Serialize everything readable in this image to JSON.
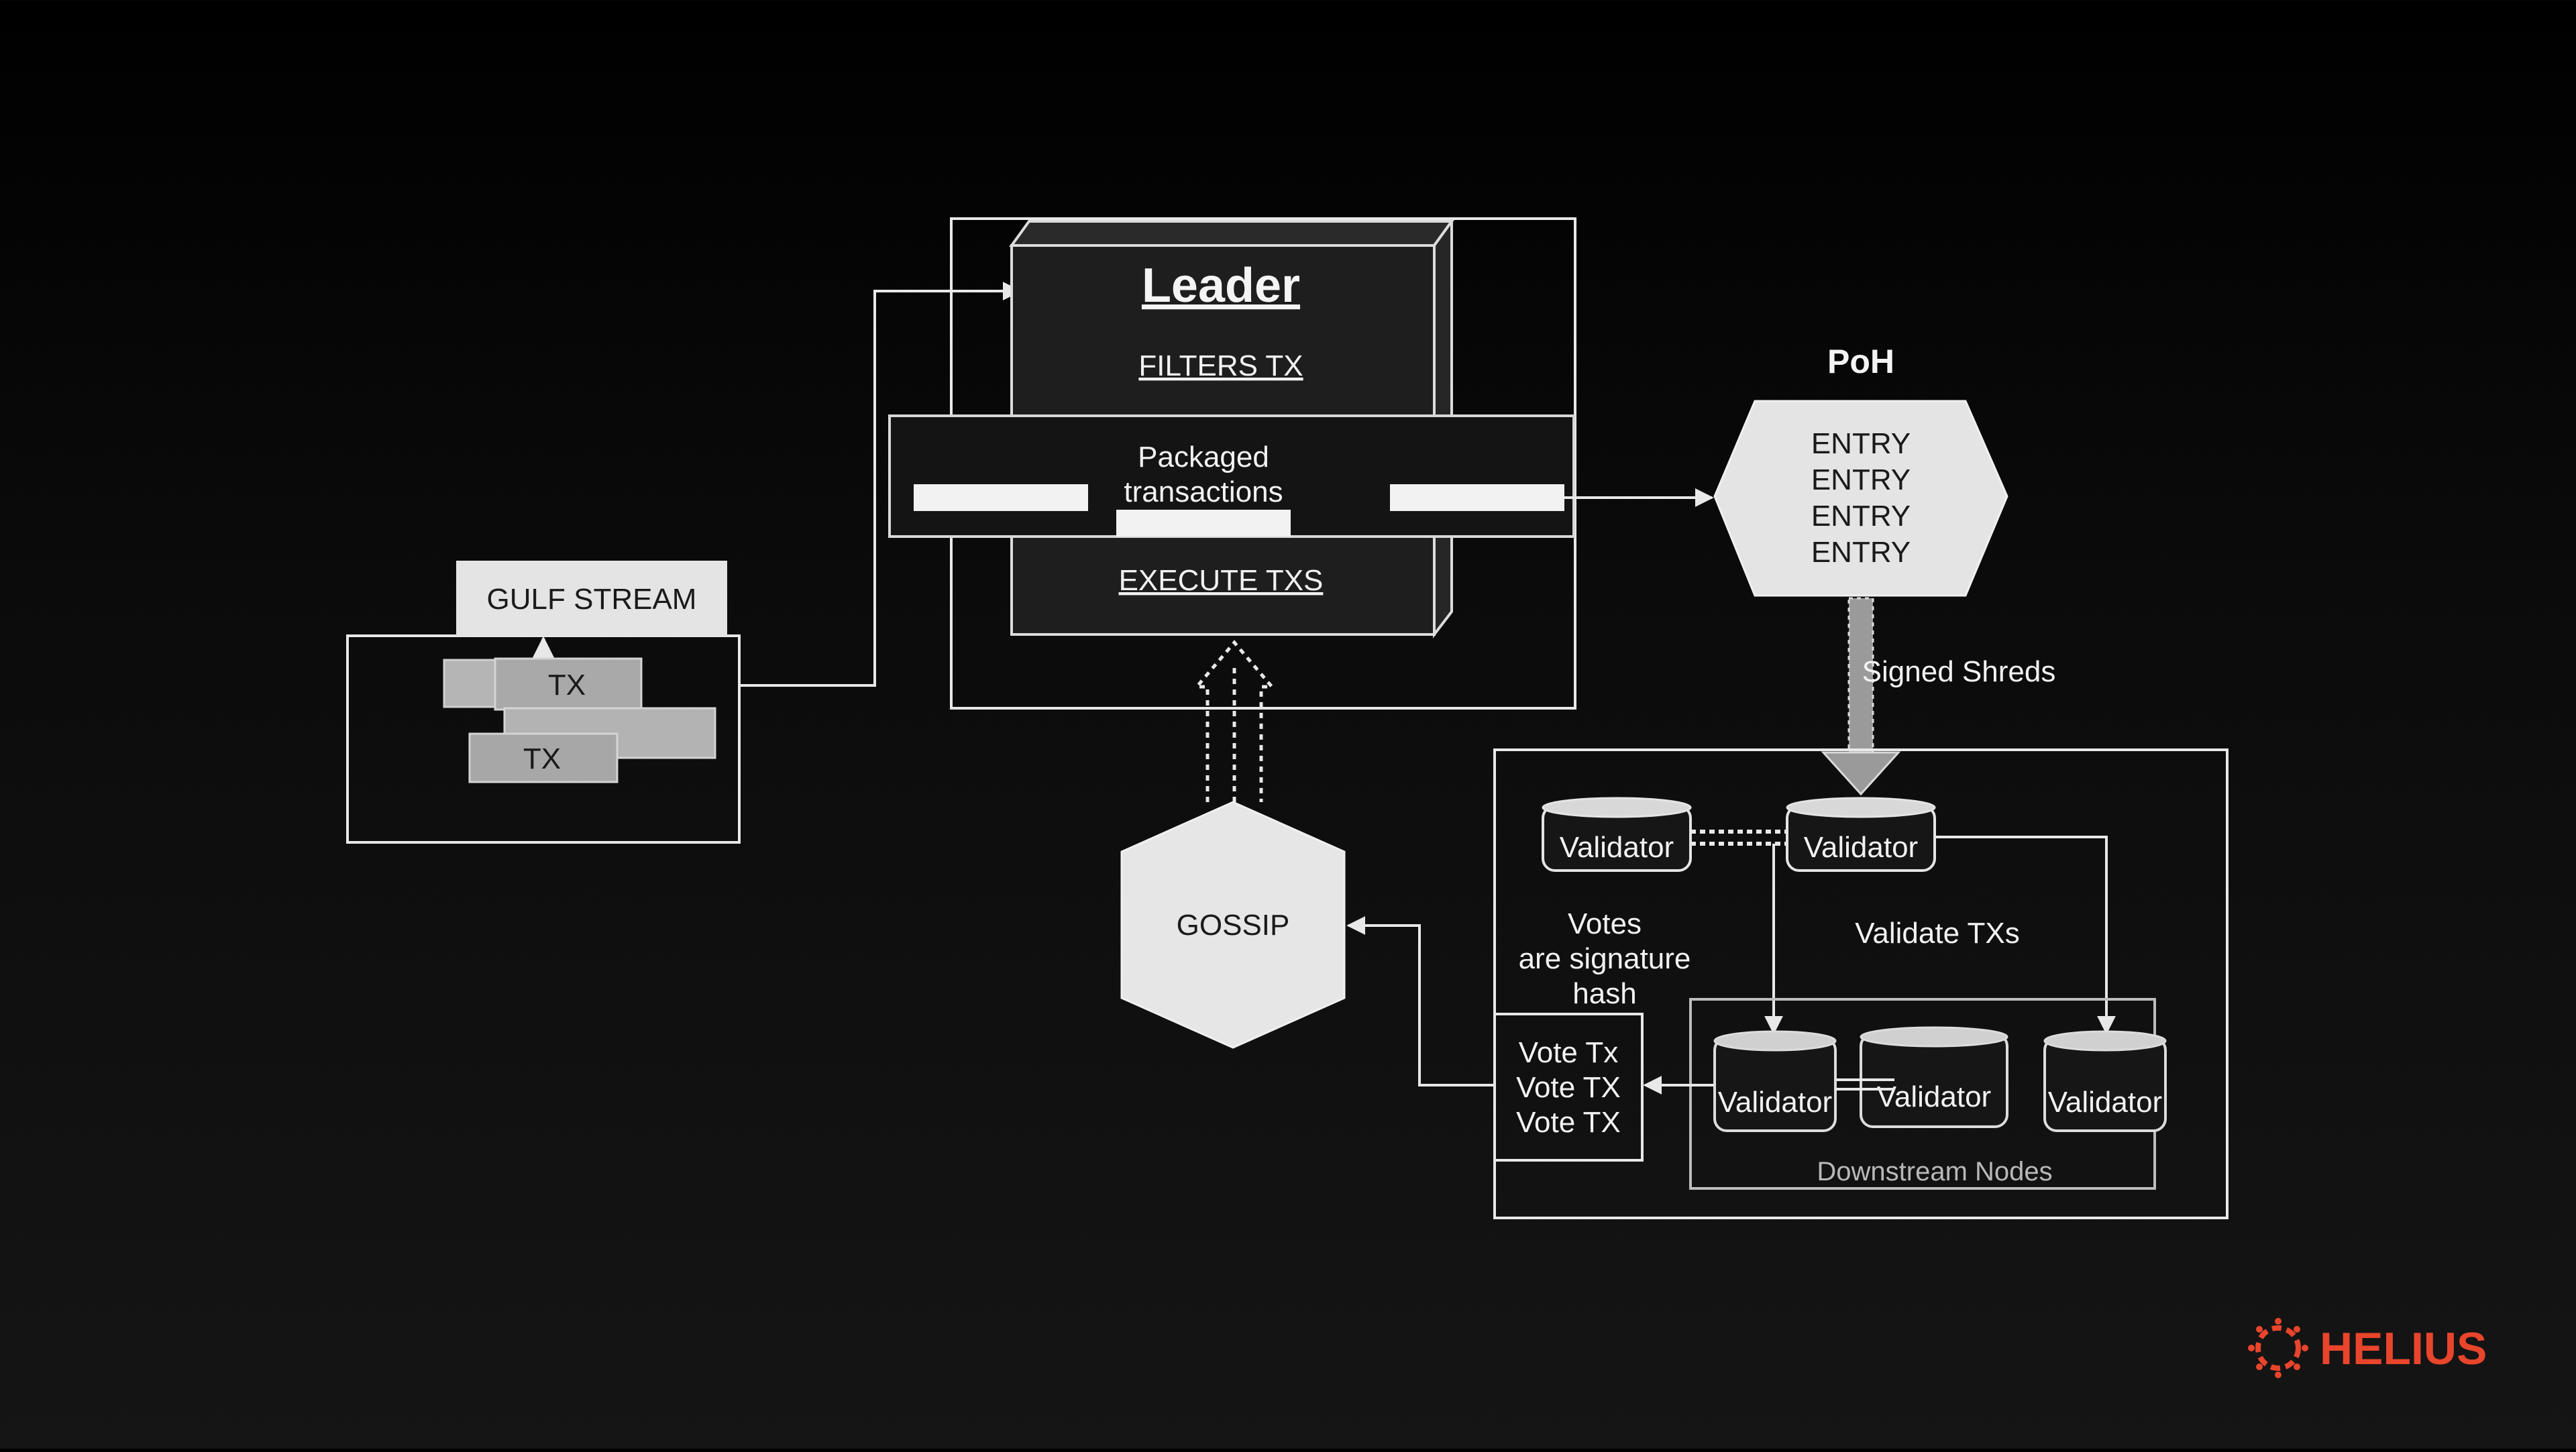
{
  "leader": {
    "title": "Leader",
    "filters": "FILTERS TX",
    "packaged_line1": "Packaged",
    "packaged_line2": "transactions",
    "execute": "EXECUTE TXS"
  },
  "gulf_stream": {
    "label": "GULF STREAM",
    "tx_label_1": "TX",
    "tx_label_2": "TX"
  },
  "poh": {
    "title": "PoH",
    "entries": [
      "ENTRY",
      "ENTRY",
      "ENTRY",
      "ENTRY"
    ],
    "signed_shreds": "Signed Shreds"
  },
  "gossip": {
    "label": "GOSSIP"
  },
  "validators": {
    "top_left": "Validator",
    "top_right": "Validator",
    "validate_txs": "Validate TXs",
    "votes_line1": "Votes",
    "votes_line2": "are signature",
    "votes_line3": "hash",
    "vote_txs": [
      "Vote Tx",
      "Vote TX",
      "Vote TX"
    ],
    "downstream": [
      "Validator",
      "Validator",
      "Validator"
    ],
    "downstream_label": "Downstream Nodes"
  },
  "brand": {
    "name": "HELIUS",
    "color": "#e8452c"
  },
  "colors": {
    "line": "#e8e8e8",
    "box_dark": "#1f1f1f",
    "hex_fill": "#e6e6e6"
  }
}
